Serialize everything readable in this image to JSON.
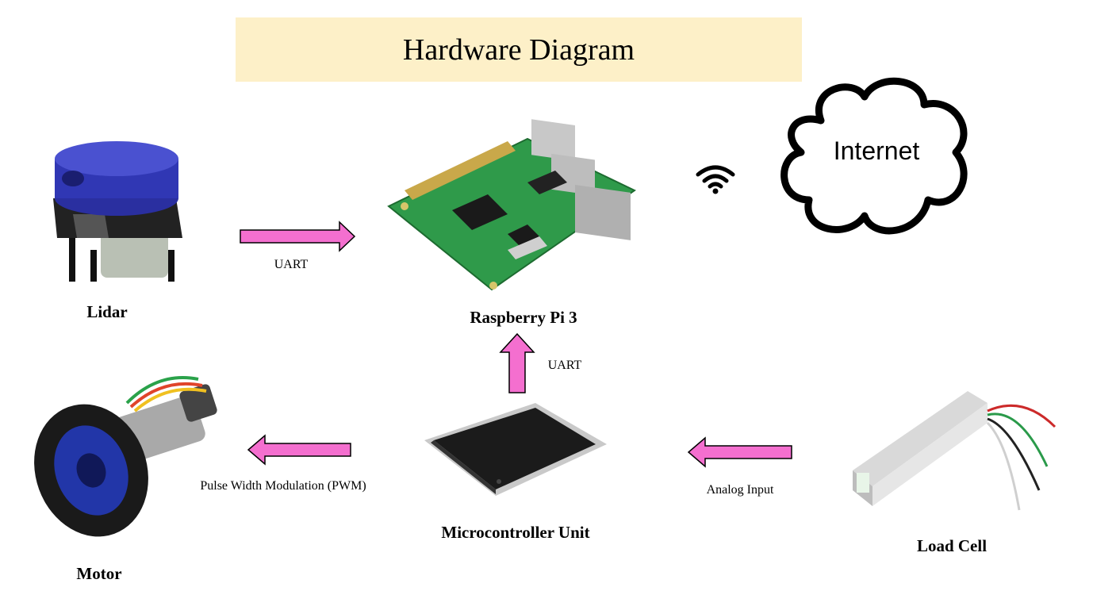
{
  "title": "Hardware Diagram",
  "nodes": {
    "lidar": "Lidar",
    "raspberry_pi": "Raspberry Pi 3",
    "motor": "Motor",
    "mcu": "Microcontroller Unit",
    "load_cell": "Load Cell",
    "internet": "Internet"
  },
  "edges": [
    {
      "from": "Lidar",
      "to": "Raspberry Pi 3",
      "label": "UART"
    },
    {
      "from": "Microcontroller Unit",
      "to": "Raspberry Pi 3",
      "label": "UART"
    },
    {
      "from": "Microcontroller Unit",
      "to": "Motor",
      "label": "Pulse Width Modulation (PWM)"
    },
    {
      "from": "Load Cell",
      "to": "Microcontroller Unit",
      "label": "Analog Input"
    }
  ],
  "icons": {
    "wifi": "wifi-icon",
    "cloud": "cloud-icon"
  },
  "colors": {
    "arrow_fill": "#f46fcf",
    "title_bg": "#fdf0c8"
  }
}
